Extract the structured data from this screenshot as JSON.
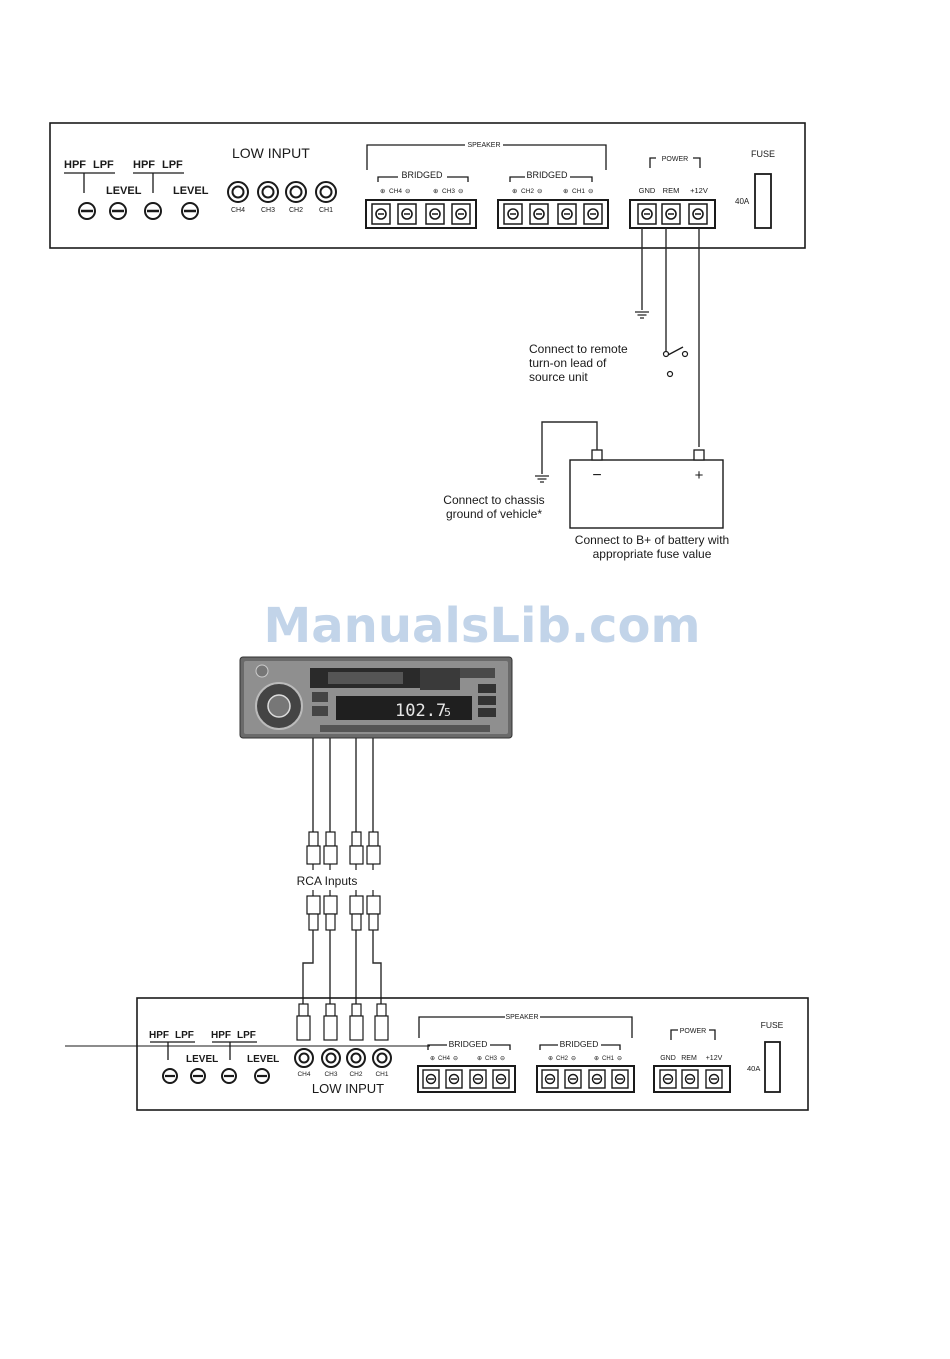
{
  "watermark": "ManualsLib.com",
  "amp_top": {
    "controls": [
      "HPF",
      "LPF",
      "LEVEL",
      "HPF",
      "LPF",
      "LEVEL"
    ],
    "low_input_label": "LOW INPUT",
    "channels": [
      "CH4",
      "CH3",
      "CH2",
      "CH1"
    ],
    "speaker_label": "SPEAKER",
    "bridged_label": "BRIDGED",
    "speaker_terminals": [
      "CH4",
      "CH3",
      "CH2",
      "CH1"
    ],
    "power_label": "POWER",
    "power_terminals": [
      "GND",
      "REM",
      "+12V"
    ],
    "fuse_label": "FUSE",
    "fuse_value": "40A"
  },
  "wiring": {
    "remote_note": [
      "Connect to remote",
      "turn-on lead of",
      "source unit"
    ],
    "chassis_note": [
      "Connect to chassis",
      "ground of vehicle*"
    ],
    "battery_note": [
      "Connect to B+ of battery with",
      "appropriate fuse value"
    ],
    "battery_minus": "−",
    "battery_plus": "+"
  },
  "head_unit": {
    "display": "102.7",
    "display_suffix": "5"
  },
  "rca_label": "RCA Inputs",
  "amp_bottom": {
    "controls": [
      "HPF",
      "LPF",
      "LEVEL",
      "HPF",
      "LPF",
      "LEVEL"
    ],
    "low_input_label": "LOW INPUT",
    "channels": [
      "CH4",
      "CH3",
      "CH2",
      "CH1"
    ],
    "speaker_label": "SPEAKER",
    "bridged_label": "BRIDGED",
    "speaker_terminals": [
      "CH4",
      "CH3",
      "CH2",
      "CH1"
    ],
    "power_label": "POWER",
    "power_terminals": [
      "GND",
      "REM",
      "+12V"
    ],
    "fuse_label": "FUSE",
    "fuse_value": "40A"
  }
}
